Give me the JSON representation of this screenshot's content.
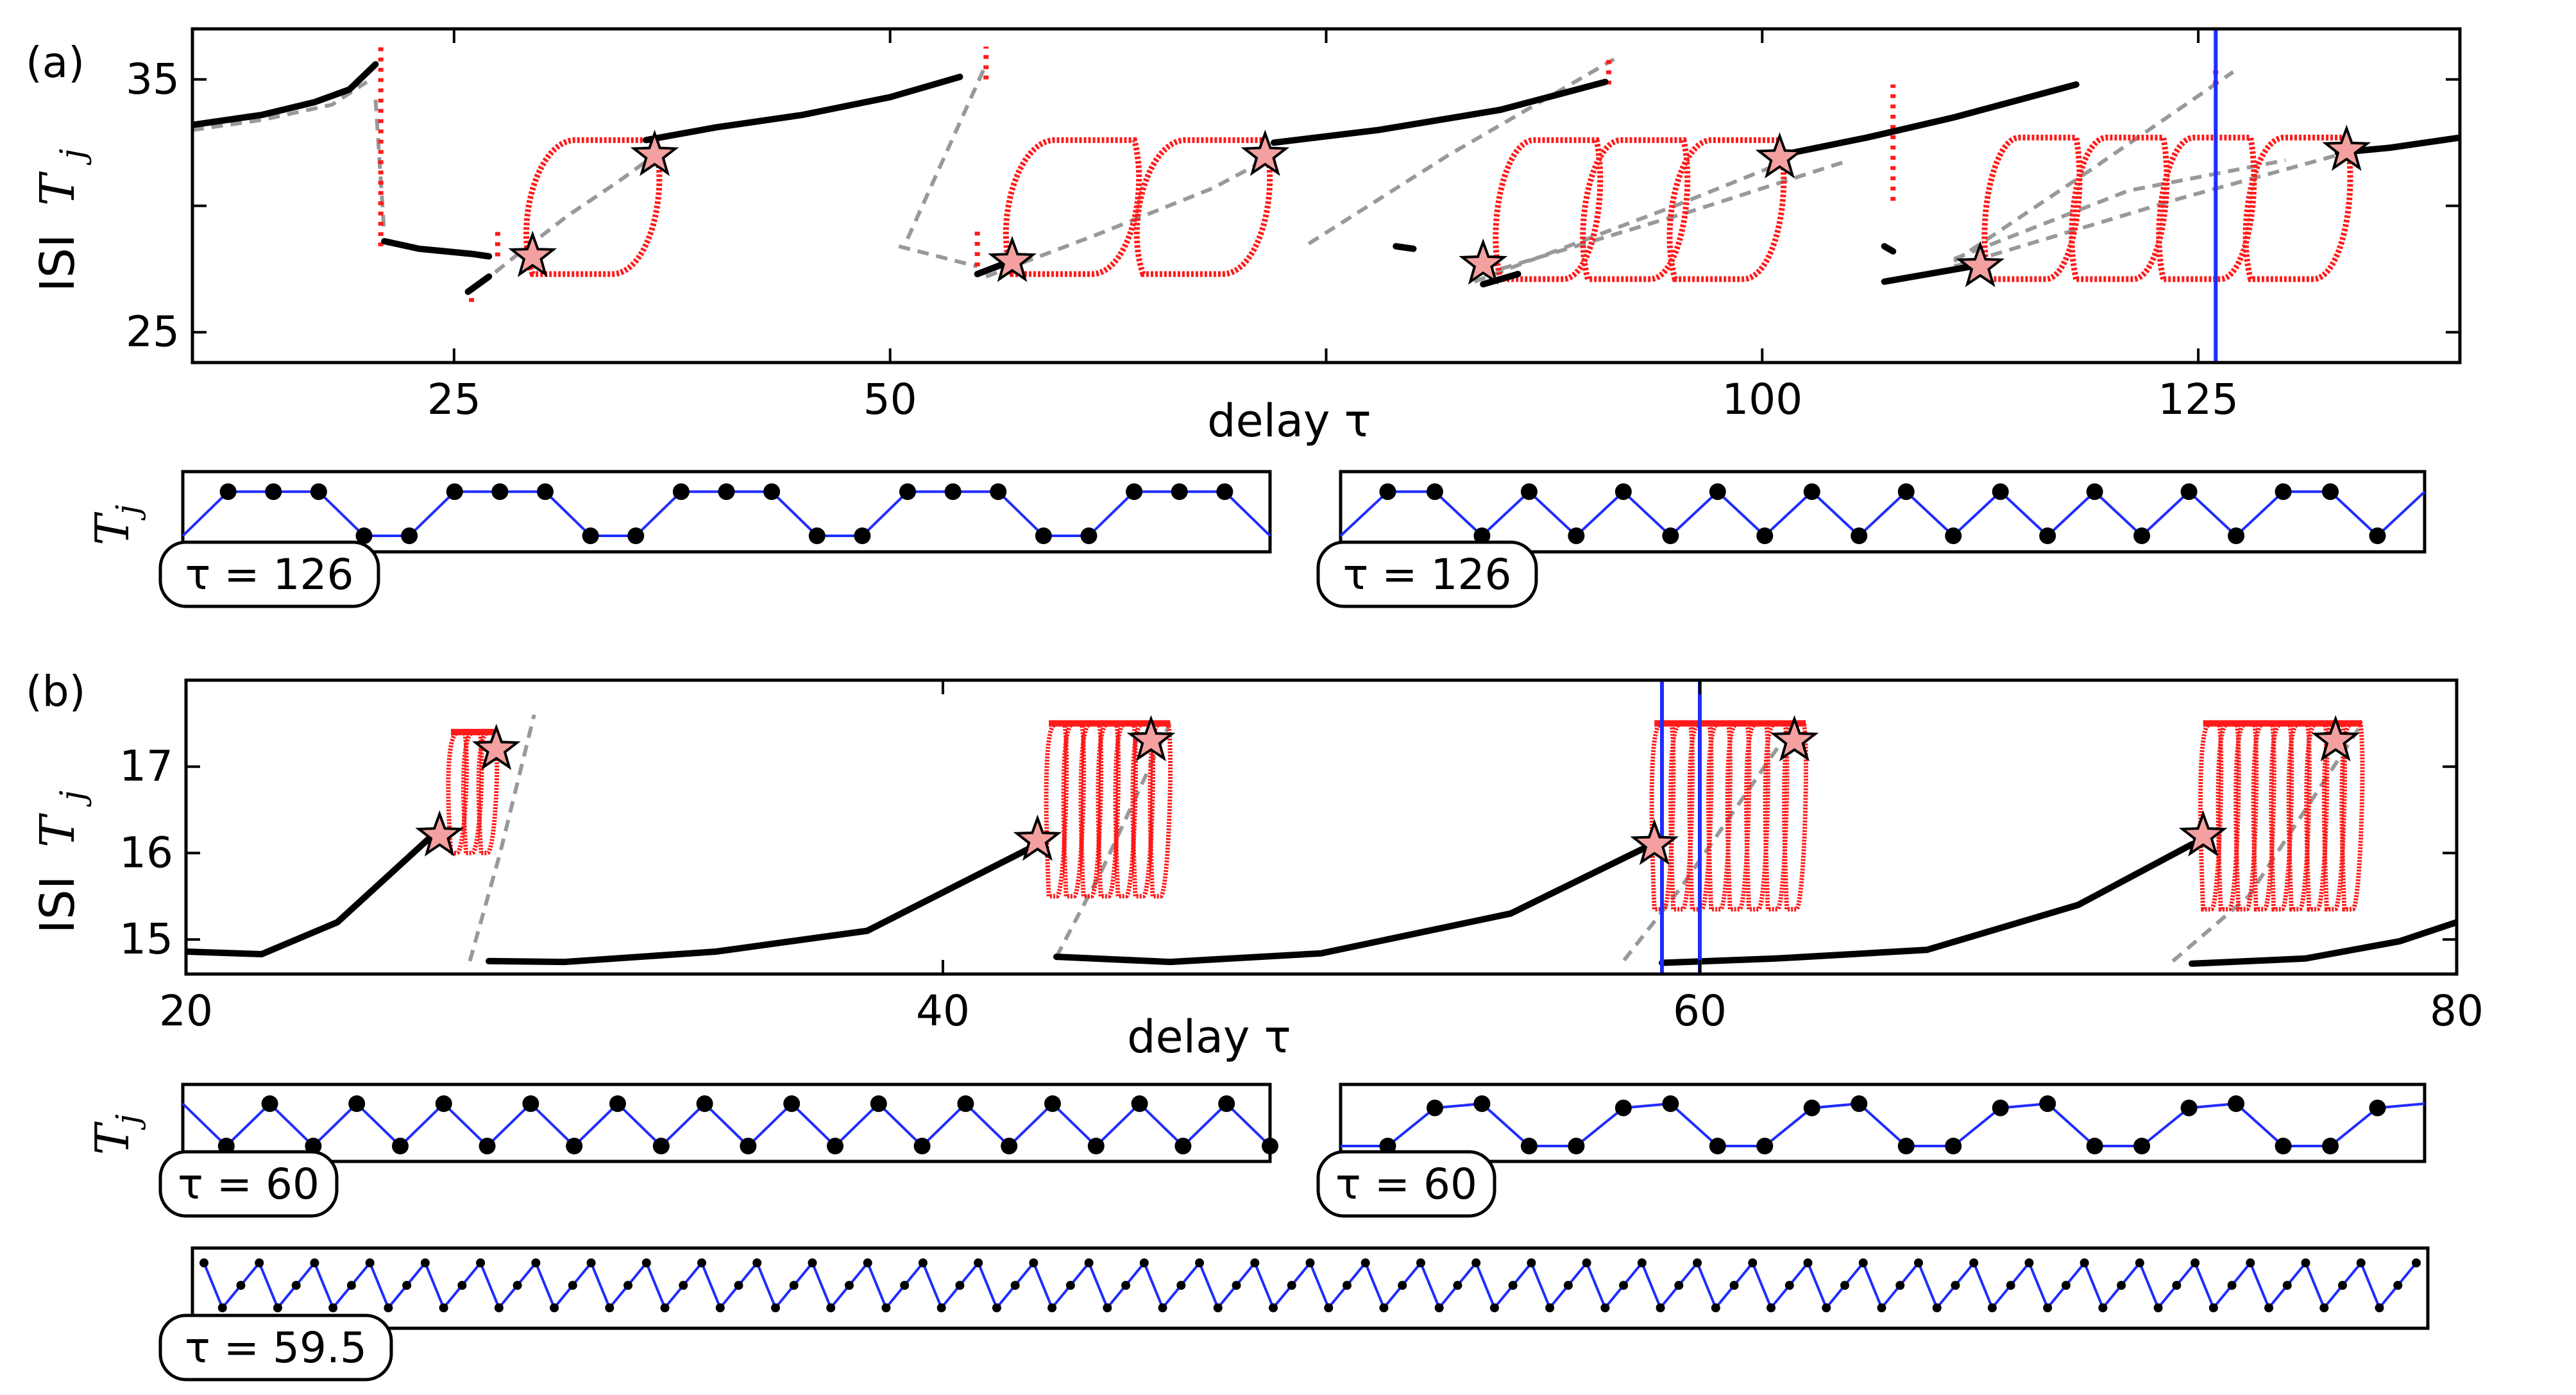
{
  "figure": {
    "panel_a_letter": "(a)",
    "panel_b_letter": "(b)"
  },
  "colors": {
    "stable": "#000000",
    "unstable": "#999999",
    "irregular": "#ff1a1a",
    "marker_line": "#1f2cff",
    "star_fill": "#ffffff",
    "star_inner": "#f4a0a0",
    "series_line": "#1f2cff"
  },
  "chart_data": [
    {
      "id": "a",
      "type": "scatter",
      "title": "",
      "xlabel": "delay τ",
      "ylabel_prefix": "ISI",
      "ylabel_var": "T",
      "ylabel_sub": "j",
      "xlim": [
        10,
        140
      ],
      "ylim": [
        23.8,
        37
      ],
      "xticks": [
        25,
        50,
        75,
        100,
        125
      ],
      "xtick_labels": [
        "25",
        "50",
        "",
        "100",
        "125"
      ],
      "yticks": [
        25,
        30,
        35
      ],
      "ytick_labels": [
        "25",
        "",
        "35"
      ],
      "vlines": [
        126
      ],
      "stable_branches": [
        {
          "x": [
            10,
            14,
            17,
            19,
            20.5
          ],
          "y": [
            33.2,
            33.6,
            34.1,
            34.6,
            35.6
          ]
        },
        {
          "x": [
            21,
            23,
            26,
            27
          ],
          "y": [
            28.6,
            28.3,
            28.1,
            28.0
          ]
        },
        {
          "x": [
            25.8,
            27
          ],
          "y": [
            26.6,
            27.2
          ]
        },
        {
          "x": [
            36,
            40,
            45,
            50,
            54
          ],
          "y": [
            32.6,
            33.1,
            33.6,
            34.3,
            35.1
          ]
        },
        {
          "x": [
            55,
            56.5
          ],
          "y": [
            27.3,
            27.7
          ]
        },
        {
          "x": [
            72,
            78,
            85,
            91
          ],
          "y": [
            32.5,
            33.0,
            33.8,
            34.9
          ]
        },
        {
          "x": [
            79,
            80
          ],
          "y": [
            28.4,
            28.3
          ]
        },
        {
          "x": [
            84,
            86
          ],
          "y": [
            26.9,
            27.3
          ]
        },
        {
          "x": [
            101,
            106,
            111,
            118
          ],
          "y": [
            32.0,
            32.7,
            33.5,
            34.8
          ]
        },
        {
          "x": [
            107,
            107.5
          ],
          "y": [
            28.4,
            28.2
          ]
        },
        {
          "x": [
            107,
            112
          ],
          "y": [
            27.0,
            27.6
          ]
        },
        {
          "x": [
            133,
            136,
            140
          ],
          "y": [
            32.1,
            32.3,
            32.7
          ]
        }
      ],
      "unstable_branches": [
        {
          "x": [
            10,
            14,
            18,
            20
          ],
          "y": [
            33.0,
            33.4,
            34.0,
            34.9
          ]
        },
        {
          "x": [
            20.5,
            21
          ],
          "y": [
            34.2,
            28.9
          ]
        },
        {
          "x": [
            26.5,
            28.5,
            31.5,
            34.5,
            36.5
          ],
          "y": [
            26.9,
            28.0,
            29.6,
            31.0,
            32.0
          ]
        },
        {
          "x": [
            51,
            55.5
          ],
          "y": [
            28.7,
            35.6
          ]
        },
        {
          "x": [
            50.5,
            55
          ],
          "y": [
            28.4,
            27.6
          ]
        },
        {
          "x": [
            55.5,
            62,
            68.5,
            71.5
          ],
          "y": [
            27.2,
            28.9,
            30.7,
            31.8
          ]
        },
        {
          "x": [
            74,
            82,
            91.5
          ],
          "y": [
            28.5,
            32.0,
            35.8
          ]
        },
        {
          "x": [
            83.5,
            95,
            101.5
          ],
          "y": [
            27.0,
            30.0,
            31.8
          ]
        },
        {
          "x": [
            85,
            96,
            105
          ],
          "y": [
            27.5,
            29.8,
            31.8
          ]
        },
        {
          "x": [
            111,
            119,
            127
          ],
          "y": [
            27.8,
            31.5,
            35.3
          ]
        },
        {
          "x": [
            111,
            121,
            130
          ],
          "y": [
            27.9,
            30.6,
            31.8
          ]
        },
        {
          "x": [
            111,
            124,
            134
          ],
          "y": [
            27.6,
            30.3,
            32.2
          ]
        }
      ],
      "stars": [
        {
          "x": 29.5,
          "y": 28.0
        },
        {
          "x": 36.5,
          "y": 32.0
        },
        {
          "x": 57,
          "y": 27.8
        },
        {
          "x": 71.5,
          "y": 32.0
        },
        {
          "x": 84,
          "y": 27.7
        },
        {
          "x": 101,
          "y": 31.9
        },
        {
          "x": 112.5,
          "y": 27.6
        },
        {
          "x": 133.5,
          "y": 32.2
        }
      ],
      "loops": [
        {
          "x0": 29.5,
          "x1": 36.5,
          "ylo": 27.3,
          "yhi": 32.6
        },
        {
          "x0": 57,
          "x1": 64,
          "ylo": 27.3,
          "yhi": 32.6
        },
        {
          "x0": 64.5,
          "x1": 71.5,
          "ylo": 27.3,
          "yhi": 32.6
        },
        {
          "x0": 85,
          "x1": 90.5,
          "ylo": 27.1,
          "yhi": 32.6
        },
        {
          "x0": 90,
          "x1": 95.5,
          "ylo": 27.1,
          "yhi": 32.6
        },
        {
          "x0": 95,
          "x1": 101,
          "ylo": 27.1,
          "yhi": 32.6
        },
        {
          "x0": 113,
          "x1": 118,
          "ylo": 27.1,
          "yhi": 32.7
        },
        {
          "x0": 118,
          "x1": 123,
          "ylo": 27.1,
          "yhi": 32.7
        },
        {
          "x0": 123,
          "x1": 128,
          "ylo": 27.1,
          "yhi": 32.7
        },
        {
          "x0": 128,
          "x1": 133.5,
          "ylo": 27.1,
          "yhi": 32.7
        }
      ],
      "red_spikes": [
        {
          "x": 20.8,
          "y": [
            28.4,
            36.5
          ]
        },
        {
          "x": 26.0,
          "y": [
            26.2,
            27.0
          ]
        },
        {
          "x": 27.5,
          "y": [
            28.0,
            29.0
          ]
        },
        {
          "x": 55.5,
          "y": [
            35.0,
            36.3
          ]
        },
        {
          "x": 55.0,
          "y": [
            27.2,
            29.0
          ]
        },
        {
          "x": 91.2,
          "y": [
            34.8,
            35.8
          ]
        },
        {
          "x": 107.5,
          "y": [
            30.2,
            34.8
          ]
        },
        {
          "x": 126,
          "y": [
            34.8,
            35.6
          ]
        }
      ]
    },
    {
      "id": "b",
      "type": "scatter",
      "title": "",
      "xlabel": "delay τ",
      "ylabel_prefix": "ISI",
      "ylabel_var": "T",
      "ylabel_sub": "j",
      "xlim": [
        20,
        80
      ],
      "ylim": [
        14.6,
        18
      ],
      "xticks": [
        20,
        40,
        60,
        80
      ],
      "xtick_labels": [
        "20",
        "40",
        "60",
        "80"
      ],
      "yticks": [
        15,
        16,
        17
      ],
      "ytick_labels": [
        "15",
        "16",
        "17"
      ],
      "vlines": [
        59,
        60
      ],
      "stable_branches": [
        {
          "x": [
            20,
            22,
            24,
            26.5
          ],
          "y": [
            14.86,
            14.83,
            15.2,
            16.2
          ]
        },
        {
          "x": [
            28,
            30,
            34,
            38,
            42.5
          ],
          "y": [
            14.75,
            14.74,
            14.86,
            15.1,
            16.1
          ]
        },
        {
          "x": [
            43,
            46,
            50,
            55,
            58.5
          ],
          "y": [
            14.8,
            14.74,
            14.84,
            15.3,
            16.05
          ]
        },
        {
          "x": [
            59,
            62,
            66,
            70,
            73
          ],
          "y": [
            14.73,
            14.78,
            14.88,
            15.4,
            16.1
          ]
        },
        {
          "x": [
            73,
            76,
            78.5,
            80
          ],
          "y": [
            14.72,
            14.78,
            14.98,
            15.2
          ]
        }
      ],
      "unstable_branches": [
        {
          "x": [
            27.5,
            28.3,
            29.2
          ],
          "y": [
            14.75,
            16.0,
            17.6
          ]
        },
        {
          "x": [
            43,
            44.2,
            46
          ],
          "y": [
            14.8,
            15.8,
            17.5
          ]
        },
        {
          "x": [
            58,
            59.5,
            62.5
          ],
          "y": [
            14.76,
            15.6,
            17.5
          ]
        },
        {
          "x": [
            72.5,
            74.5,
            77.5
          ],
          "y": [
            14.75,
            15.5,
            17.5
          ]
        }
      ],
      "stars": [
        {
          "x": 26.7,
          "y": 16.2
        },
        {
          "x": 28.2,
          "y": 17.2
        },
        {
          "x": 42.5,
          "y": 16.15
        },
        {
          "x": 45.5,
          "y": 17.3
        },
        {
          "x": 58.8,
          "y": 16.1
        },
        {
          "x": 62.5,
          "y": 17.3
        },
        {
          "x": 73.3,
          "y": 16.2
        },
        {
          "x": 76.8,
          "y": 17.3
        }
      ],
      "red_regions": [
        {
          "x0": 27,
          "x1": 28.2,
          "ylo": 16.0,
          "yhi": 17.4
        },
        {
          "x0": 42.8,
          "x1": 46,
          "ylo": 15.5,
          "yhi": 17.5
        },
        {
          "x0": 58.8,
          "x1": 62.8,
          "ylo": 15.35,
          "yhi": 17.5
        },
        {
          "x0": 73.3,
          "x1": 77.5,
          "ylo": 15.35,
          "yhi": 17.5
        }
      ]
    }
  ],
  "insets": [
    {
      "id": "a-left",
      "tau_label": "τ = 126",
      "pattern": [
        0,
        1,
        1,
        1,
        0,
        0,
        1,
        1,
        1,
        0,
        0,
        1,
        1,
        1,
        0,
        0,
        1,
        1,
        1,
        0,
        0,
        1,
        1,
        1,
        0
      ],
      "dots": [
        false,
        true,
        true,
        true,
        true,
        true,
        true,
        true,
        true,
        true,
        true,
        true,
        true,
        true,
        true,
        true,
        true,
        true,
        true,
        true,
        true,
        true,
        true,
        true,
        false
      ]
    },
    {
      "id": "a-right",
      "tau_label": "τ = 126",
      "pattern": [
        0,
        1,
        1,
        0,
        1,
        0,
        1,
        0,
        1,
        0,
        1,
        0,
        1,
        0,
        1,
        0,
        1,
        0,
        1,
        0,
        1,
        1,
        0,
        1
      ],
      "dots": [
        false,
        true,
        true,
        true,
        true,
        true,
        true,
        true,
        true,
        true,
        true,
        true,
        true,
        true,
        true,
        true,
        true,
        true,
        true,
        true,
        true,
        true,
        true,
        false
      ]
    },
    {
      "id": "b-left",
      "tau_label": "τ = 60",
      "pattern": [
        1,
        0,
        1,
        0,
        1,
        0,
        1,
        0,
        1,
        0,
        1,
        0,
        1,
        0,
        1,
        0,
        1,
        0,
        1,
        0,
        1,
        0,
        1,
        0,
        1,
        0
      ],
      "dots": [
        false,
        true,
        true,
        true,
        true,
        true,
        true,
        true,
        true,
        true,
        true,
        true,
        true,
        true,
        true,
        true,
        true,
        true,
        true,
        true,
        true,
        true,
        true,
        true,
        true,
        true
      ]
    },
    {
      "id": "b-right",
      "tau_label": "τ = 60",
      "pattern": [
        0,
        0,
        0.9,
        1,
        0,
        0,
        0.9,
        1,
        0,
        0,
        0.9,
        1,
        0,
        0,
        0.9,
        1,
        0,
        0,
        0.9,
        1,
        0,
        0,
        0.9,
        1
      ],
      "dots": [
        false,
        true,
        true,
        true,
        true,
        true,
        true,
        true,
        true,
        true,
        true,
        true,
        true,
        true,
        true,
        true,
        true,
        true,
        true,
        true,
        true,
        true,
        true,
        false
      ]
    },
    {
      "id": "b-wide",
      "tau_label": "τ = 59.5",
      "pattern": "zigzag-long",
      "dots": []
    }
  ],
  "inset_ylabel_var": "T",
  "inset_ylabel_sub": "j"
}
